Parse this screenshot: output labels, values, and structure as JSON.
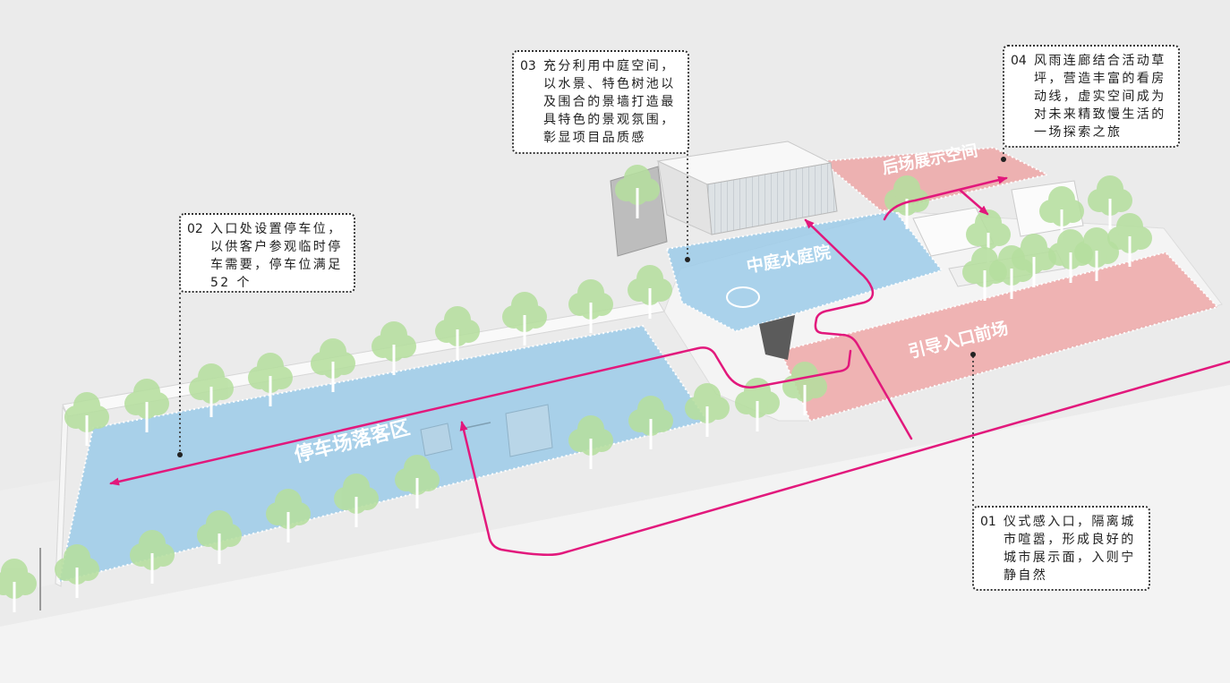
{
  "zones": [
    {
      "label": "停车场落客区"
    },
    {
      "label": "中庭水庭院"
    },
    {
      "label": "后场展示空间"
    },
    {
      "label": "引导入口前场"
    }
  ],
  "callouts": [
    {
      "number": "03",
      "lines": [
        "充分利用中庭空间，",
        "以水景、特色树池以",
        "及围合的景墙打造最",
        "具特色的景观氛围，",
        "彰显项目品质感"
      ]
    },
    {
      "number": "04",
      "lines": [
        "风雨连廊结合活动草",
        "坪，营造丰富的看房",
        "动线，虚实空间成为",
        "对未来精致慢生活的",
        "一场探索之旅"
      ]
    },
    {
      "number": "02",
      "lines": [
        "入口处设置停车位，",
        "以供客户参观临时停",
        "车需要，停车位满足",
        "52 个"
      ]
    },
    {
      "number": "01",
      "lines": [
        "仪式感入口，隔离城",
        "市喧嚣，形成良好的",
        "城市展示面，入则宁",
        "静自然"
      ]
    }
  ],
  "colors": {
    "water_zone": "#9ccbe9",
    "public_zone": "#eea2a2",
    "route": "#e2187c",
    "tree": "#b6df9f",
    "callout_border": "#333333"
  }
}
